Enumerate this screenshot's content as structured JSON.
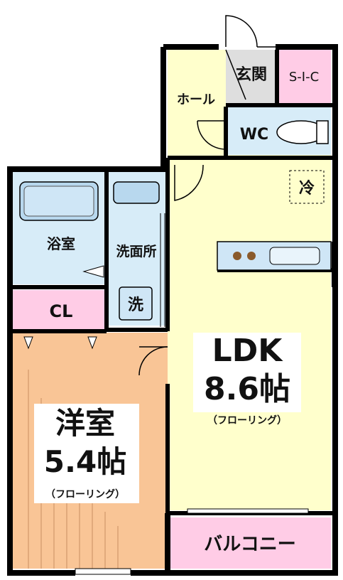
{
  "rooms": {
    "entrance": "玄関",
    "sic": "S-I-C",
    "hall": "ホール",
    "wc": "WC",
    "fridge": "冷",
    "bath": "浴室",
    "washroom": "洗面所",
    "washer": "洗",
    "closet": "CL",
    "ldk": {
      "name": "LDK",
      "size": "8.6帖",
      "floor": "（フローリング）"
    },
    "western_room": {
      "name": "洋室",
      "size": "5.4帖",
      "floor": "（フローリング）"
    },
    "balcony": "バルコニー"
  },
  "colors": {
    "wall": "#000000",
    "ldk": "#ffffcc",
    "bath": "#d7ecf8",
    "closet_sic": "#ffcce6",
    "western": "#f9c596",
    "entrance": "#dedede"
  }
}
